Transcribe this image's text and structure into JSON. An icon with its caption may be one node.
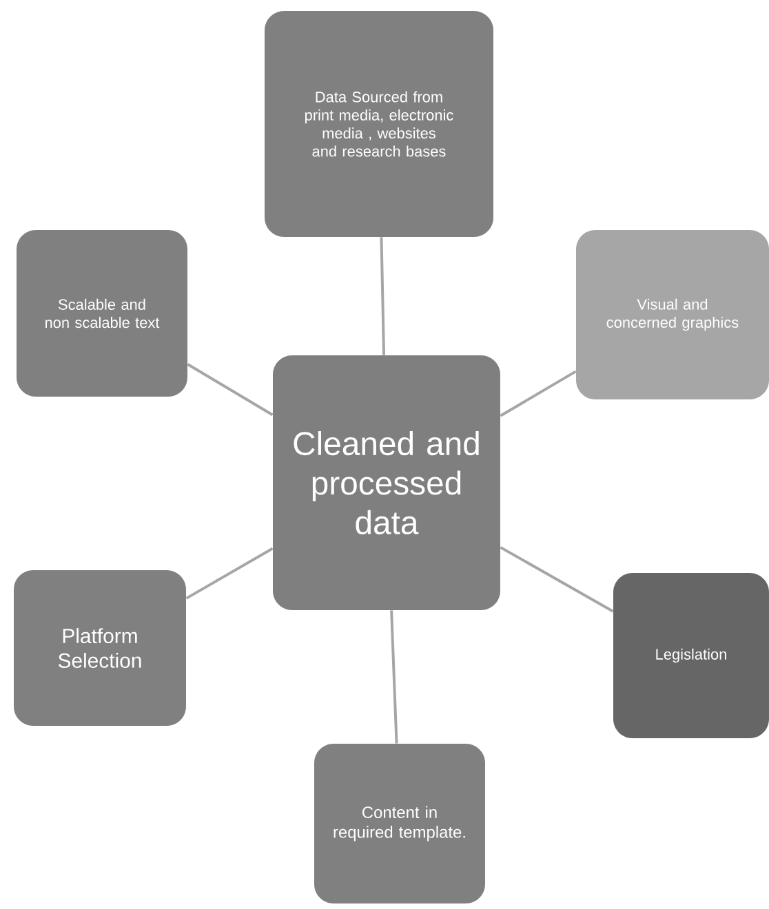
{
  "diagram": {
    "nodes": [
      {
        "text": [
          "Data Sourced from print media, electronic media , websites and research bases"
        ]
      },
      {
        "text": [
          "Scalable and non scalable text"
        ]
      },
      {
        "text": [
          "Visual and concerned graphics"
        ]
      },
      {
        "text": [
          "Cleaned and processed data"
        ]
      },
      {
        "text": [
          "Platform Selection"
        ]
      },
      {
        "text": [
          "Legislation"
        ]
      },
      {
        "text": [
          "Content in required template."
        ]
      }
    ],
    "edges": [
      {
        "from": 3,
        "to": 0,
        "arrow": "none"
      },
      {
        "from": 3,
        "to": 1,
        "arrow": "none"
      },
      {
        "from": 3,
        "to": 2,
        "arrow": "none"
      },
      {
        "from": 3,
        "to": 4,
        "arrow": "none"
      },
      {
        "from": 3,
        "to": 5,
        "arrow": "none"
      },
      {
        "from": 3,
        "to": 6,
        "arrow": "none"
      }
    ]
  }
}
